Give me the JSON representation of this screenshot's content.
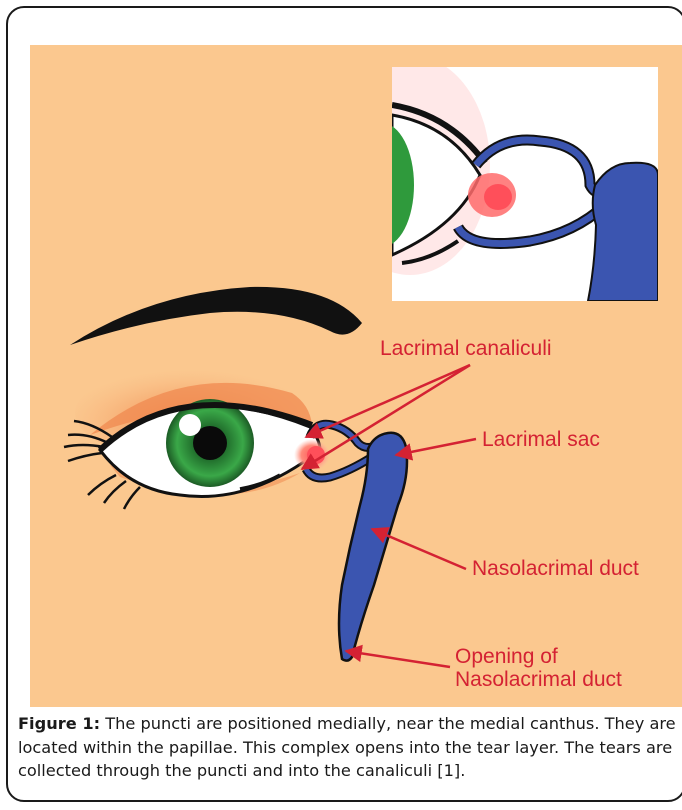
{
  "labels": {
    "canaliculi": "Lacrimal canaliculi",
    "sac": "Lacrimal sac",
    "duct": "Nasolacrimal duct",
    "opening_line1": "Opening of",
    "opening_line2": "Nasolacrimal duct"
  },
  "caption": {
    "figure_label": "Figure 1:",
    "text": " The puncti are positioned medially, near the medial canthus. They are located within the papillae. This complex opens into the tear layer. The tears are collected through the puncti and into the canaliculi [1]."
  },
  "colors": {
    "background": "#fbc88f",
    "label_red": "#d42233",
    "duct_blue": "#3b55b0",
    "iris_green": "#2f9a3c",
    "lid_orange": "#f08a50"
  }
}
